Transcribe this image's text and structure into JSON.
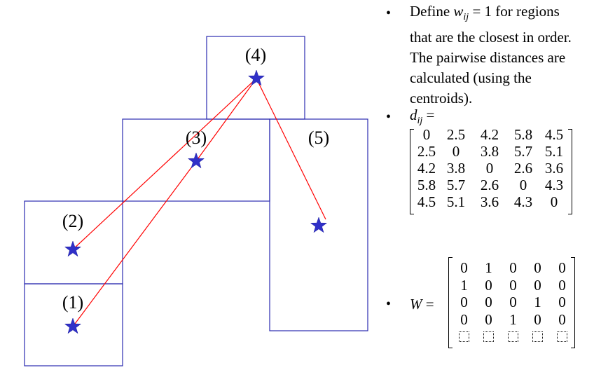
{
  "regions": [
    {
      "id": "1",
      "label": "(1)"
    },
    {
      "id": "2",
      "label": "(2)"
    },
    {
      "id": "3",
      "label": "(3)"
    },
    {
      "id": "4",
      "label": "(4)"
    },
    {
      "id": "5",
      "label": "(5)"
    }
  ],
  "bullets": {
    "b1": {
      "lines": [
        "that are the closest in order.",
        "The pairwise distances are",
        "calculated (using the",
        "centroids)."
      ],
      "prefix": "Define ",
      "var": "w",
      "sub": "ij",
      "eq": " = 1 for regions"
    },
    "b2": {
      "var": "d",
      "sub": "ij",
      "eq": " ="
    },
    "b3": {
      "var": "W",
      "eq": " ="
    }
  },
  "d_matrix": [
    [
      "0",
      "2.5",
      "4.2",
      "5.8",
      "4.5"
    ],
    [
      "2.5",
      "0",
      "3.8",
      "5.7",
      "5.1"
    ],
    [
      "4.2",
      "3.8",
      "0",
      "2.6",
      "3.6"
    ],
    [
      "5.8",
      "5.7",
      "2.6",
      "0",
      "4.3"
    ],
    [
      "4.5",
      "5.1",
      "3.6",
      "4.3",
      "0"
    ]
  ],
  "W_matrix": [
    [
      "0",
      "1",
      "0",
      "0",
      "0"
    ],
    [
      "1",
      "0",
      "0",
      "0",
      "0"
    ],
    [
      "0",
      "0",
      "0",
      "1",
      "0"
    ],
    [
      "0",
      "0",
      "1",
      "0",
      "0"
    ]
  ],
  "colors": {
    "region_border": "#2b2bb0",
    "link": "#ff0000",
    "centroid": "#3030c8"
  }
}
